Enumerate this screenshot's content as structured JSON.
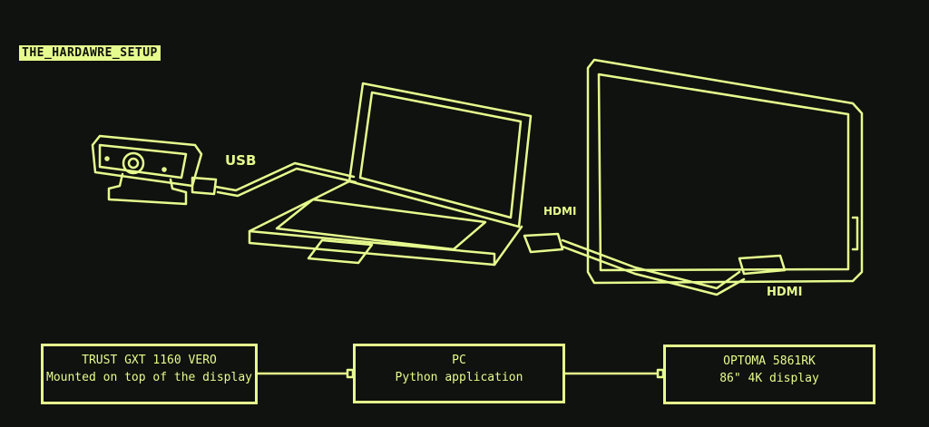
{
  "title": "THE_HARDAWRE_SETUP",
  "labels": {
    "usb": "USB",
    "hdmi_laptop": "HDMI",
    "hdmi_display": "HDMI"
  },
  "boxes": [
    {
      "line1": "TRUST GXT 1160 VERO",
      "line2": "Mounted on top of the display"
    },
    {
      "line1": "PC",
      "line2": "Python application"
    },
    {
      "line1": "OPTOMA 5861RK",
      "line2": "86\" 4K display"
    }
  ],
  "colors": {
    "accent": "#e6fb8e",
    "background": "#0f120e"
  }
}
